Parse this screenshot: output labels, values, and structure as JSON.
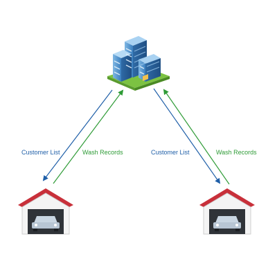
{
  "nodes": {
    "headquarters": {
      "icon": "office-building-icon"
    },
    "left_station": {
      "icon": "garage-icon"
    },
    "right_station": {
      "icon": "garage-icon"
    }
  },
  "flows": {
    "left_down": {
      "label": "Customer List",
      "color": "#1f5fa8"
    },
    "left_up": {
      "label": "Wash Records",
      "color": "#2e9b36"
    },
    "right_down": {
      "label": "Customer List",
      "color": "#1f5fa8"
    },
    "right_up": {
      "label": "Wash Records",
      "color": "#2e9b36"
    }
  },
  "colors": {
    "customer_list": "#1f5fa8",
    "wash_records": "#2e9b36",
    "garage_roof": "#c8303a",
    "building_blue": "#4a8fc7",
    "lawn": "#7cc242"
  }
}
